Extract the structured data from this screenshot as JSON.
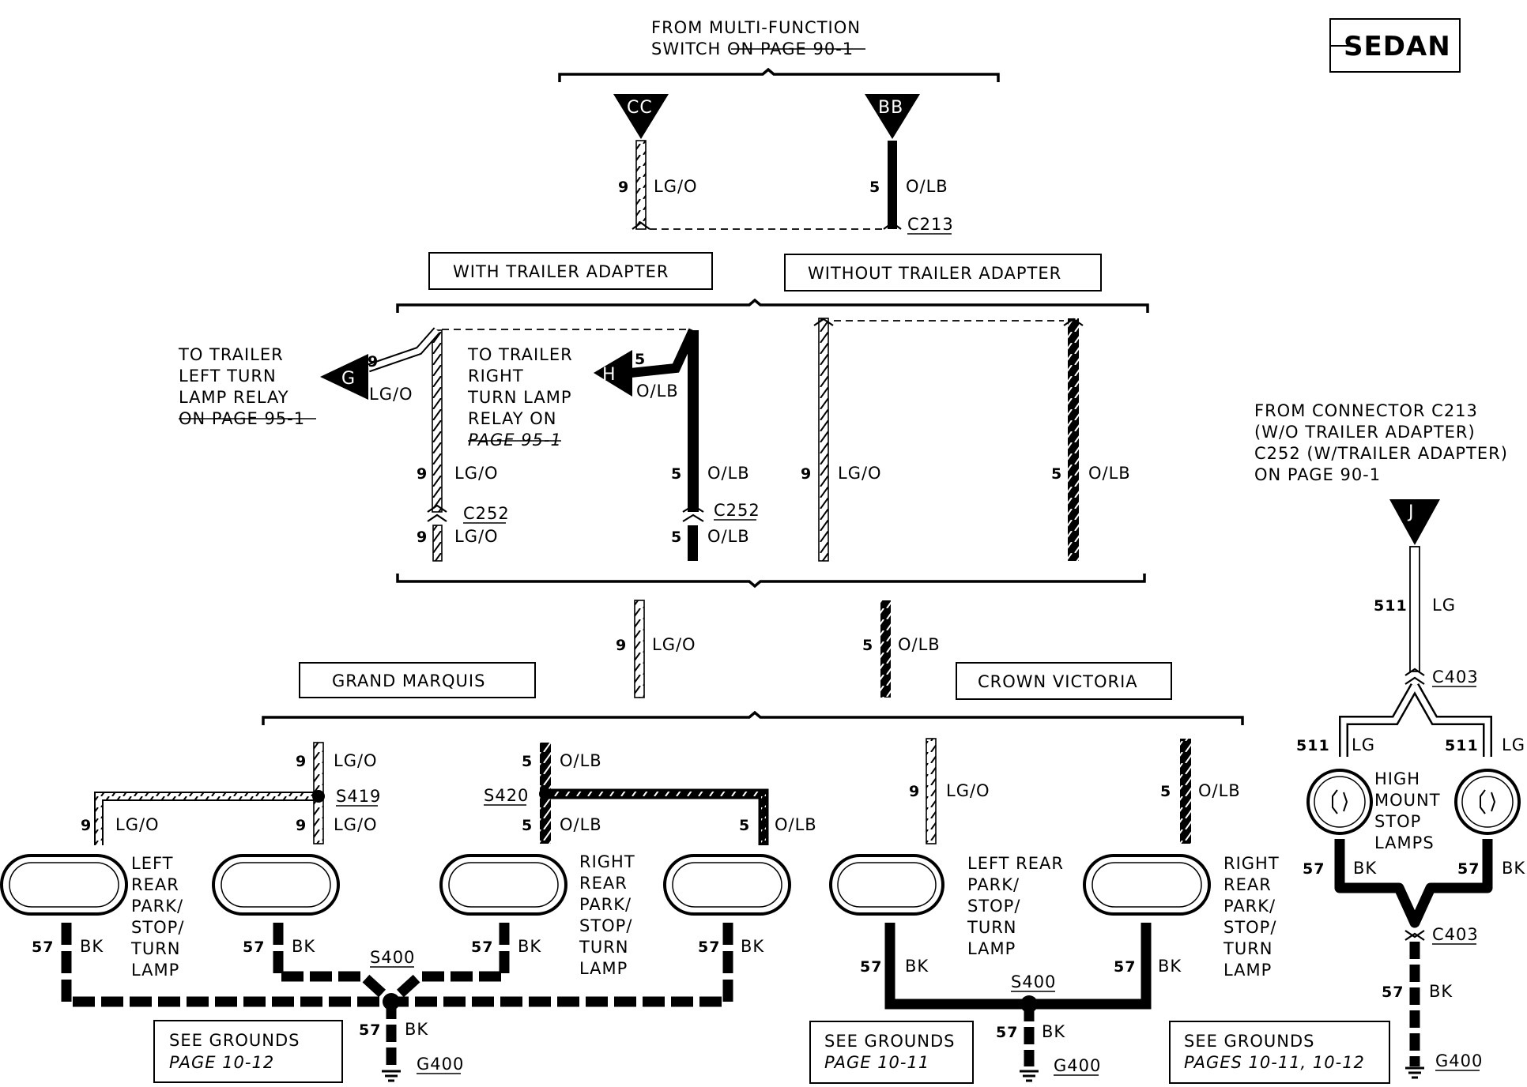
{
  "badge": "SEDAN",
  "top_source": {
    "line1": "FROM MULTI-FUNCTION",
    "line2_plain": "SWITCH ON ",
    "line2_ref": "PAGE 90-1"
  },
  "connectors": {
    "cc": "CC",
    "bb": "BB",
    "g": "G",
    "h": "H",
    "j": "J"
  },
  "circuits": {
    "c9": "9",
    "c5": "5",
    "c57": "57",
    "c511": "511",
    "lgo": "LG/O",
    "olb": "O/LB",
    "bk": "BK",
    "lg": "LG"
  },
  "connector_ids": {
    "c213": "C213",
    "c252": "C252",
    "c403": "C403",
    "s419": "S419",
    "s420": "S420",
    "s400": "S400",
    "g400": "G400"
  },
  "variant_boxes": {
    "with_trailer": "WITH TRAILER ADAPTER",
    "without_trailer": "WITHOUT TRAILER ADAPTER",
    "grand_marquis": "GRAND MARQUIS",
    "crown_victoria": "CROWN VICTORIA"
  },
  "trailer_left": {
    "l1": "TO TRAILER",
    "l2": "LEFT TURN",
    "l3": "LAMP RELAY",
    "l4_plain": "ON ",
    "l4_ref": "PAGE 95-1"
  },
  "trailer_right": {
    "l1": "TO TRAILER",
    "l2": "RIGHT",
    "l3": "TURN LAMP",
    "l4": "RELAY ON",
    "l5_ref": "PAGE 95-1"
  },
  "from_c213": {
    "l1": "FROM CONNECTOR C213",
    "l2": "(W/O TRAILER ADAPTER)",
    "l3": "C252 (W/TRAILER ADAPTER)",
    "l4_plain": "ON ",
    "l4_ref": "PAGE 90-1"
  },
  "lamp_labels": {
    "gm_left": [
      "LEFT",
      "REAR",
      "PARK/",
      "STOP/",
      "TURN",
      "LAMP"
    ],
    "gm_right": [
      "RIGHT",
      "REAR",
      "PARK/",
      "STOP/",
      "TURN",
      "LAMP"
    ],
    "cv_left": [
      "LEFT REAR",
      "PARK/",
      "STOP/",
      "TURN",
      "LAMP"
    ],
    "cv_right": [
      "RIGHT",
      "REAR",
      "PARK/",
      "STOP/",
      "TURN",
      "LAMP"
    ],
    "high_mount": [
      "HIGH",
      "MOUNT",
      "STOP",
      "LAMPS"
    ]
  },
  "grounds": {
    "gm": {
      "l1": "SEE GROUNDS",
      "l2": "PAGE 10-12"
    },
    "cv": {
      "l1": "SEE GROUNDS",
      "l2": "PAGE 10-11"
    },
    "hm": {
      "l1": "SEE GROUNDS",
      "l2": "PAGES 10-11, 10-12"
    }
  }
}
